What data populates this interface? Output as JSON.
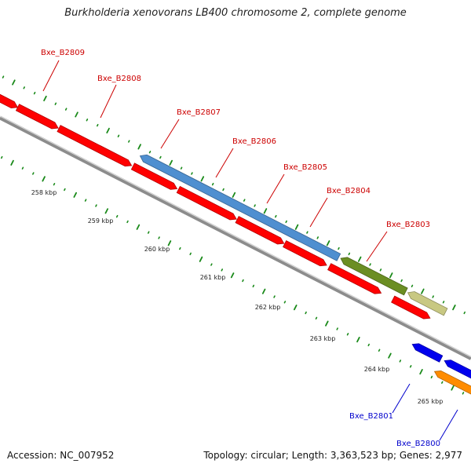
{
  "title": "Burkholderia xenovorans LB400 chromosome 2, complete genome",
  "footer": {
    "accession": "Accession: NC_007952",
    "summary": "Topology: circular; Length: 3,363,523 bp; Genes: 2,977"
  },
  "ruler": {
    "labels": [
      "258 kbp",
      "259 kbp",
      "260 kbp",
      "261 kbp",
      "262 kbp",
      "263 kbp",
      "264 kbp",
      "265 kbp"
    ]
  },
  "gene_labels": [
    {
      "text": "Bxe_B2809",
      "color": "#cc0000"
    },
    {
      "text": "Bxe_B2808",
      "color": "#cc0000"
    },
    {
      "text": "Bxe_B2807",
      "color": "#cc0000"
    },
    {
      "text": "Bxe_B2806",
      "color": "#cc0000"
    },
    {
      "text": "Bxe_B2805",
      "color": "#cc0000"
    },
    {
      "text": "Bxe_B2804",
      "color": "#cc0000"
    },
    {
      "text": "Bxe_B2803",
      "color": "#cc0000"
    },
    {
      "text": "Bxe_B2801",
      "color": "#0000cc"
    },
    {
      "text": "Bxe_B2800",
      "color": "#0000cc"
    }
  ],
  "colors": {
    "red_feature": "#ff0000",
    "blue_feature": "#4f8fd0",
    "green_feature": "#6b8e23",
    "khaki_feature": "#c8c882",
    "navy_feature": "#0000ee",
    "orange_feature": "#ff8c00",
    "backbone": "#8c8c8c",
    "tick": "#1a8a1a"
  }
}
